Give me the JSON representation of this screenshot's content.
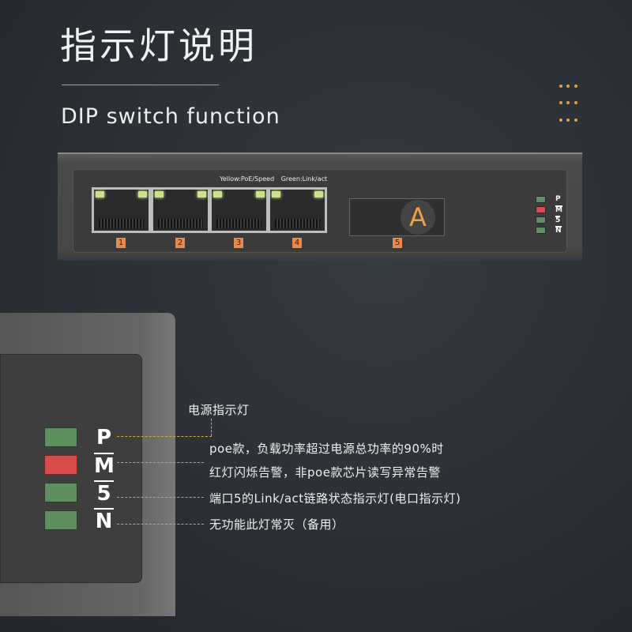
{
  "title": "指示灯说明",
  "subtitle": "DIP switch function",
  "device": {
    "legend": "Yellow:PoE/Speed   Green:Link/act",
    "ports": [
      "1",
      "2",
      "3",
      "4"
    ],
    "sfp_port": "5",
    "sfp_badge": "A",
    "status_leds": [
      {
        "label": "P",
        "color": "#5e8f5e"
      },
      {
        "label": "M",
        "color": "#d94a4a"
      },
      {
        "label": "5",
        "color": "#5e8f5e"
      },
      {
        "label": "N",
        "color": "#5e8f5e"
      }
    ]
  },
  "detail": {
    "leds": [
      "P",
      "M",
      "5",
      "N"
    ],
    "annotations": {
      "power": "电源指示灯",
      "m_line1": "poe款，负载功率超过电源总功率的90%时",
      "m_line2": "红灯闪烁告警，非poe款芯片读写异常告警",
      "port5": "端口5的Link/act链路状态指示灯(电口指示灯)",
      "n": "无功能此灯常灭（备用）"
    }
  },
  "colors": {
    "accent": "#e0a040",
    "green": "#5e8f5e",
    "red": "#d94a4a"
  }
}
